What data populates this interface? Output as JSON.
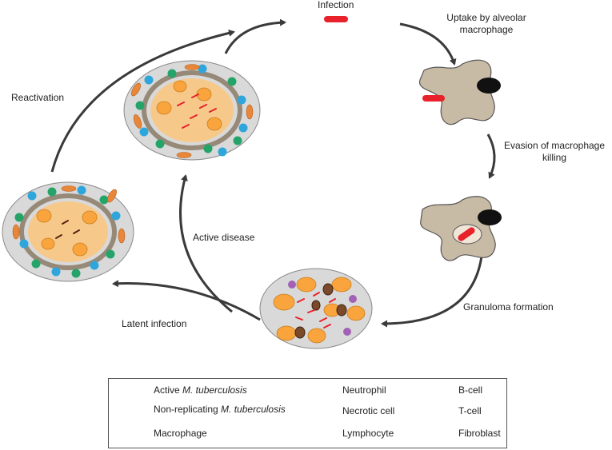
{
  "stages": {
    "infection": "Infection",
    "uptake": "Uptake by alveolar macrophage",
    "evasion": "Evasion of macrophage killing",
    "granuloma": "Granuloma formation",
    "latent": "Latent infection",
    "active": "Active disease",
    "reactivation": "Reactivation"
  },
  "legend": {
    "active_prefix": "Active ",
    "active_italic": "M. tuberculosis",
    "nonrep_prefix": "Non-replicating ",
    "nonrep_italic": "M. tuberculosis",
    "macrophage": "Macrophage",
    "neutrophil": "Neutrophil",
    "necrotic": "Necrotic cell",
    "lymphocyte": "Lymphocyte",
    "bcell": "B-cell",
    "tcell": "T-cell",
    "fibroblast": "Fibroblast"
  },
  "colors": {
    "bacterium_active": "#e8212a",
    "bacterium_nonrep": "#5a2110",
    "macrophage": "#c8bba6",
    "neutrophil": "#f9a43c",
    "necrotic": "#7a4a2a",
    "lymphocyte": "#a361b5",
    "bcell": "#2ea6dc",
    "tcell": "#25a46a",
    "fibroblast": "#e8873a",
    "granuloma_bg": "#d9d9d9",
    "core": "#f6c98b",
    "arrow": "#3a3a3a"
  }
}
